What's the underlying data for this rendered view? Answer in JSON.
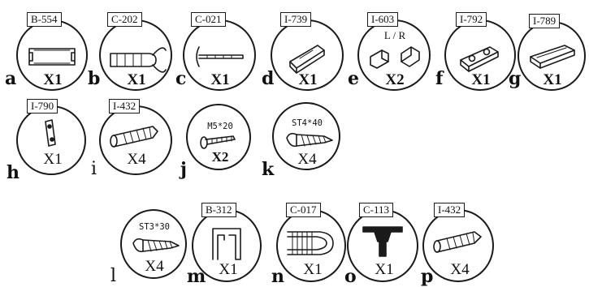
{
  "parts": [
    {
      "letter": "a",
      "code": "B-554",
      "qty": "X1",
      "icon": "glass-clamp-profile-icon"
    },
    {
      "letter": "b",
      "code": "C-202",
      "qty": "X1",
      "icon": "magnetic-seal-strip-icon"
    },
    {
      "letter": "c",
      "code": "C-021",
      "qty": "X1",
      "icon": "sweep-seal-icon"
    },
    {
      "letter": "d",
      "code": "I-739",
      "qty": "X1",
      "icon": "bracket-clip-icon"
    },
    {
      "letter": "e",
      "code": "I-603",
      "qty": "X2",
      "sub": "L / R",
      "icon": "corner-connector-pair-icon"
    },
    {
      "letter": "f",
      "code": "I-792",
      "qty": "X1",
      "icon": "mounting-block-icon"
    },
    {
      "letter": "g",
      "code": "I-789",
      "qty": "X1",
      "icon": "end-cap-icon"
    },
    {
      "letter": "h",
      "code": "I-790",
      "qty": "X1",
      "icon": "flat-plate-icon"
    },
    {
      "letter": "i",
      "code": "I-432",
      "qty": "X4",
      "icon": "wall-plug-icon"
    },
    {
      "letter": "j",
      "spec": "M5*20",
      "qty": "X2",
      "icon": "machine-screw-icon"
    },
    {
      "letter": "k",
      "spec": "ST4*40",
      "qty": "X4",
      "icon": "wood-screw-icon"
    },
    {
      "letter": "l",
      "spec": "ST3*30",
      "qty": "X4",
      "icon": "wood-screw-icon"
    },
    {
      "letter": "m",
      "code": "B-312",
      "qty": "X1",
      "icon": "channel-profile-icon"
    },
    {
      "letter": "n",
      "code": "C-017",
      "qty": "X1",
      "icon": "bulb-seal-icon"
    },
    {
      "letter": "o",
      "code": "C-113",
      "qty": "X1",
      "icon": "t-handle-seal-icon"
    },
    {
      "letter": "p",
      "code": "I-432",
      "qty": "X4",
      "icon": "wall-plug-icon"
    }
  ]
}
